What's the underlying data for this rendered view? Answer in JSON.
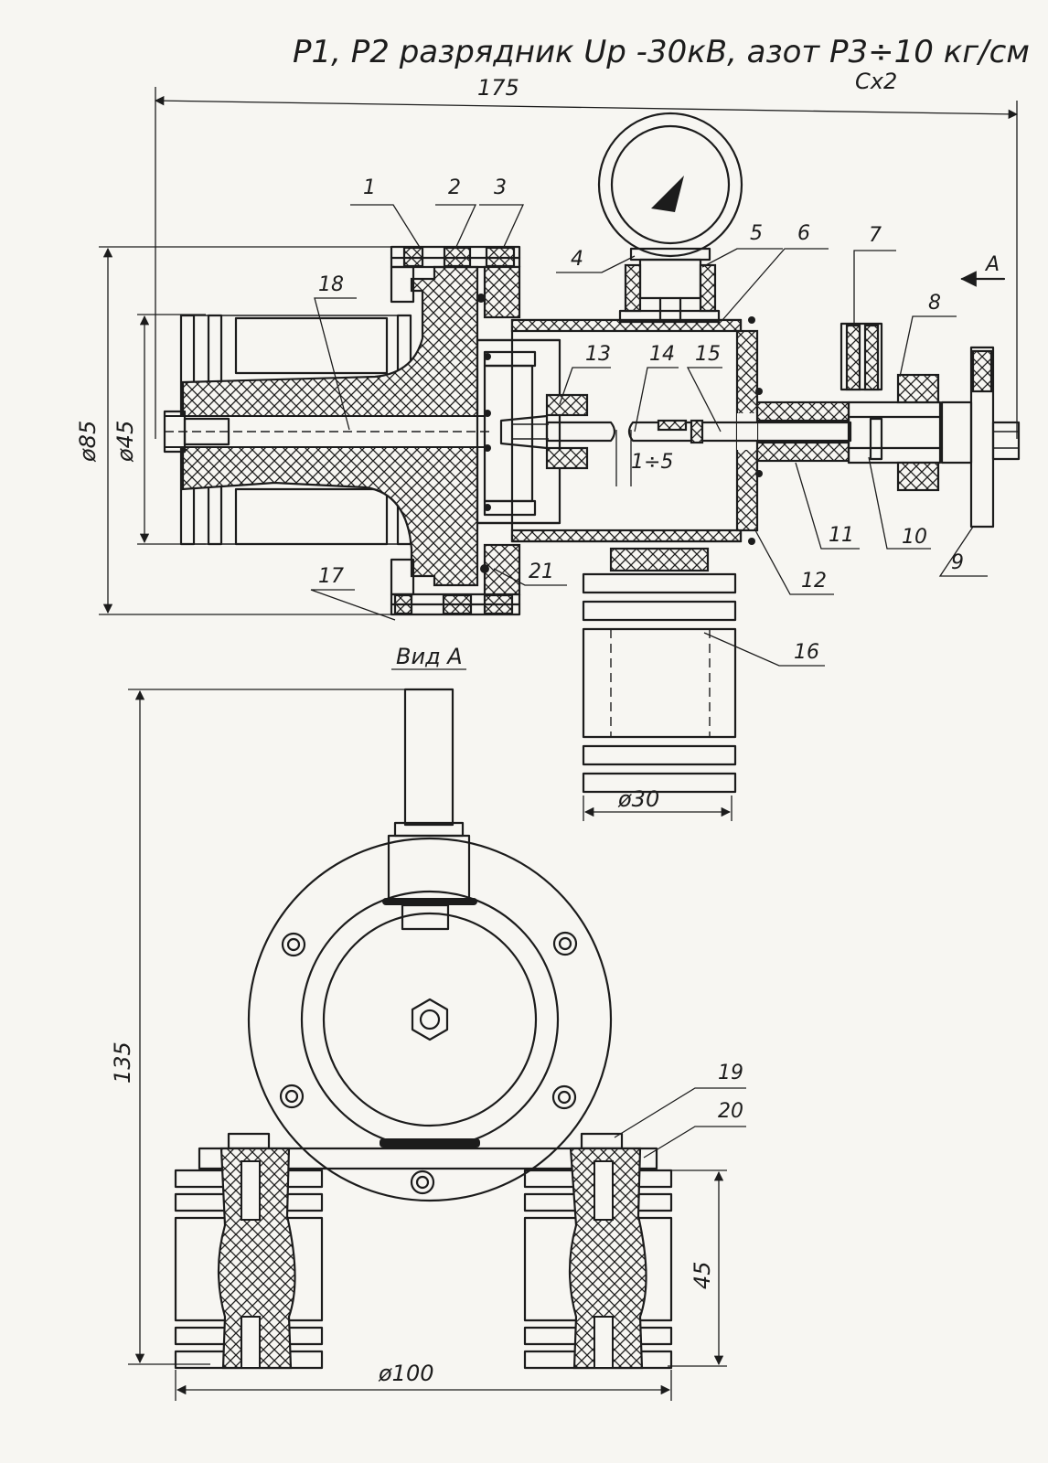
{
  "title": {
    "main": "P1, P2 разрядник Uр -30кВ, азот Р3÷10 кг/см",
    "qty": "Сх2"
  },
  "view_label": "Вид А",
  "arrow_label": "А",
  "gap_label": "1÷5",
  "dimensions": {
    "length": "175",
    "dia_outer": "ø85",
    "dia_inner": "ø45",
    "dia_insulator": "ø30",
    "height": "135",
    "foot_height": "45",
    "dia_base": "ø100"
  },
  "parts": [
    "1",
    "2",
    "3",
    "4",
    "5",
    "6",
    "7",
    "8",
    "9",
    "10",
    "11",
    "12",
    "13",
    "14",
    "15",
    "16",
    "17",
    "18",
    "19",
    "20",
    "21"
  ]
}
